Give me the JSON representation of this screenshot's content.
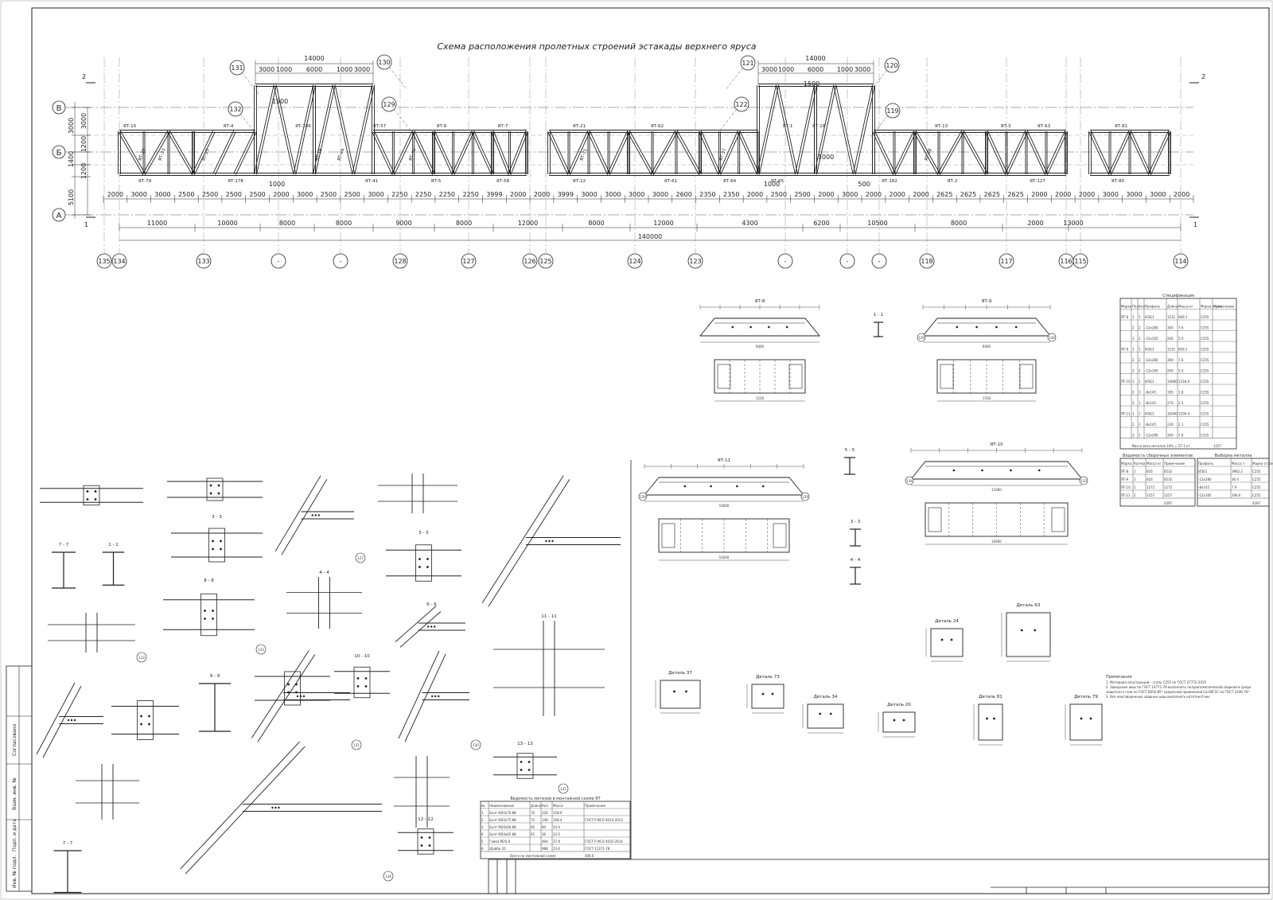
{
  "plan": {
    "title": "Схема расположения пролетных строений эстакады верхнего яруса",
    "row_axes": [
      "В",
      "Б",
      "А"
    ],
    "row_dims": [
      "3000",
      "3000",
      "1200",
      "1200",
      "1400",
      "5100"
    ],
    "section_marks": [
      "2",
      "2",
      "1",
      "1"
    ],
    "top_dims_left": [
      "14000",
      "3000",
      "1000",
      "6000",
      "1000",
      "3000"
    ],
    "top_dims_right": [
      "14000",
      "3000",
      "1000",
      "6000",
      "1000",
      "3000"
    ],
    "circle_marks": [
      "131",
      "130",
      "132",
      "129",
      "121",
      "120",
      "122",
      "119"
    ],
    "truss_labels_top": [
      "ЯТ-10",
      "ЯТ-4",
      "ЯТ-106",
      "ЯТ-57",
      "ЯТ-6",
      "ЯТ-7",
      "ЯТ-21",
      "ЯТ-62",
      "ЯТ-1",
      "ЯТ-18",
      "ЯТ-13",
      "ЯТ-3",
      "ЯТ-63",
      "ЯТ-81"
    ],
    "truss_labels_bottom": [
      "ЯТ-79",
      "ЯТ-178",
      "ЯТ-41",
      "ЯТ-5",
      "ЯТ-58",
      "ЯТ-22",
      "ЯТ-61",
      "ЯТ-64",
      "ЯТ-65",
      "ЯТ-182",
      "ЯТ-2",
      "ЯТ-127",
      "ЯТ-80"
    ],
    "diag_labels": [
      "ЯТ-20",
      "ЯТ-33",
      "ЯТ-25",
      "ЯТ-19",
      "ЯТ-49",
      "ЯТ-30",
      "ЯТ-31",
      "ЯТ-37",
      "ЯТ-38"
    ],
    "bay_dims": [
      "2000",
      "3000",
      "3000",
      "2500",
      "2500",
      "2500",
      "2500",
      "2000",
      "3000",
      "2500",
      "2500",
      "3000",
      "2250",
      "2250",
      "2250",
      "2250",
      "3999",
      "2000",
      "2000",
      "3999",
      "3000",
      "3000",
      "3000",
      "3000",
      "2600",
      "2350",
      "2350",
      "2000",
      "2500",
      "2500",
      "2000",
      "3000",
      "2000",
      "2000",
      "2000",
      "2625",
      "2625",
      "2625",
      "2625",
      "2000",
      "2000",
      "2000",
      "3000",
      "3000",
      "3000",
      "2000"
    ],
    "span_dims": [
      "11000",
      "10000",
      "8000",
      "8000",
      "9000",
      "8000",
      "12000",
      "8000",
      "12000",
      "4300",
      "6200",
      "10500",
      "8000",
      "2000",
      "13000"
    ],
    "total_dim": "140000",
    "col_axes": [
      "135",
      "134",
      "133",
      "-",
      "-",
      "128",
      "127",
      "126",
      "125",
      "124",
      "123",
      "-",
      "-",
      "-",
      "118",
      "117",
      "116",
      "115",
      "114"
    ],
    "misc_dims": [
      "1000",
      "1000",
      "500",
      "1000",
      "1500",
      "1500"
    ]
  },
  "truss_views": [
    {
      "mark": "ЯТ-8",
      "length": "6000",
      "plan_length": "1530"
    },
    {
      "mark": "ЯТ-9",
      "length": "6000",
      "plan_length": "1530"
    },
    {
      "mark": "ЯТ-11",
      "length": "10000",
      "plan_length": "10040"
    },
    {
      "mark": "ЯТ-10",
      "length": "11600",
      "plan_length": "10660"
    }
  ],
  "axes_small": [
    "129",
    "130",
    "128",
    "129",
    "126",
    "134",
    "133",
    "129"
  ],
  "sections": [
    "1 - 1",
    "2 - 2",
    "3 - 3",
    "4 - 4",
    "5 - 5",
    "6 - 6",
    "7 - 7",
    "8 - 8",
    "9 - 9",
    "10 - 10",
    "11 - 11",
    "12 - 12",
    "13 - 13",
    "3 - 3",
    "4 - 4",
    "5 - 5"
  ],
  "node_labels": [
    "127",
    "133",
    "131",
    "130",
    "134",
    "129",
    "122",
    "132"
  ],
  "details": [
    "Деталь 24",
    "Деталь 63",
    "Деталь 37",
    "Деталь 73",
    "Деталь 34",
    "Деталь 20",
    "Деталь 81",
    "Деталь 79"
  ],
  "spec_table": {
    "title": "Спецификация",
    "headers": [
      "Марка",
      "Поз.",
      "Кол.",
      "Профиль",
      "Длина",
      "Масса кг",
      "Марка стали",
      "Примечание"
    ],
    "rows": [
      [
        "ЯТ-8",
        "1",
        "1",
        "I45Б1",
        "1531",
        "609.1",
        "С255"
      ],
      [
        "",
        "2",
        "2",
        "-12x280",
        "300",
        "7.6",
        "С255"
      ],
      [
        "",
        "3",
        "2",
        "-12x165",
        "200",
        "5.0",
        "С255"
      ],
      [
        "ЯТ-9",
        "1",
        "1",
        "I45Б1",
        "1531",
        "609.1",
        "С255"
      ],
      [
        "",
        "2",
        "2",
        "-12x280",
        "300",
        "7.6",
        "С255"
      ],
      [
        "",
        "3",
        "2",
        "-12x165",
        "200",
        "5.0",
        "С255"
      ],
      [
        "ЯТ-10",
        "1",
        "1",
        "I45Б1",
        "10660",
        "1218.0",
        "С255"
      ],
      [
        "",
        "2",
        "1",
        "-8x145",
        "195",
        "1.8",
        "С255"
      ],
      [
        "",
        "3",
        "1",
        "-8x145",
        "270",
        "2.5",
        "С255"
      ],
      [
        "ЯТ-11",
        "1",
        "1",
        "I45Б1",
        "10040",
        "1209.4",
        "С255"
      ],
      [
        "",
        "2",
        "1",
        "-8x145",
        "230",
        "2.1",
        "С255"
      ],
      [
        "",
        "3",
        "1",
        "-12x280",
        "300",
        "7.6",
        "С255"
      ]
    ],
    "total_note": "Масса всех металла 10% = 57.1 кг",
    "total_value": "1257"
  },
  "assembly_table": {
    "title": "Ведомость сборочных элементов",
    "headers": [
      "Марка",
      "Кол-во",
      "Масса кг",
      "Примечание"
    ],
    "rows": [
      [
        "ЯТ-8",
        "1",
        "616",
        "6532"
      ],
      [
        "ЯТ-9",
        "1",
        "616",
        "6532"
      ],
      [
        "ЯТ-10",
        "1",
        "1272",
        "1272"
      ],
      [
        "ЯТ-11",
        "1",
        "1257",
        "1257"
      ]
    ],
    "total": "4397"
  },
  "metal_table": {
    "title": "Выборка металла",
    "headers": [
      "Профиль",
      "Масса т",
      "Марка стали"
    ],
    "rows": [
      [
        "I45Б1",
        "3962.2",
        "С255"
      ],
      [
        "-12x280",
        "36.4",
        "С255"
      ],
      [
        "-8x145",
        "7.9",
        "С255"
      ],
      [
        "-12x165",
        "196.6",
        "С255"
      ]
    ],
    "total": "4397"
  },
  "notes": {
    "heading": "Примечания",
    "lines": [
      "1. Материал конструкций - сталь С255 по ГОСТ 27772-2015",
      "2. Заводские швы по ГОСТ 14771-76 выполнять полуавтоматической сваркой в среде",
      "защитного газа по ГОСТ 8050-85* сварочной проволокой Св-08Г2С по ГОСТ 2246-70*",
      "3. Все неоговоренные сварные швы выполнять катетом 6 мм"
    ]
  },
  "bolt_table": {
    "title": "Ведомость метизов в монтажной схеме ЯТ",
    "headers": [
      "№",
      "Наименование",
      "Длина",
      "Кол",
      "Масса",
      "Примечание"
    ],
    "rows": [
      [
        "1",
        "Болт М20х70.88",
        "70",
        "226",
        "158.9",
        ""
      ],
      [
        "2",
        "Болт М20х75.88",
        "75",
        "148",
        "108.4",
        "ГОСТ Р ИСО 4014-2013"
      ],
      [
        "3",
        "Болт М20х60.88",
        "60",
        "84",
        "54.4",
        ""
      ],
      [
        "4",
        "Болт М20х65.88",
        "65",
        "36",
        "23.5",
        ""
      ],
      [
        "5",
        "Гайка М20.8",
        "",
        "494",
        "37.8",
        "ГОСТ Р ИСО 4032-2014"
      ],
      [
        "6",
        "Шайба 20",
        "",
        "988",
        "23.6",
        "ГОСТ 11371-78"
      ]
    ],
    "total_label": "Всего по монтажной схеме",
    "total": "406.6"
  },
  "stamp": {
    "labels": [
      "Согласовано",
      "Взам. инв. №",
      "Подп. и дата",
      "Инв. № подл."
    ]
  }
}
